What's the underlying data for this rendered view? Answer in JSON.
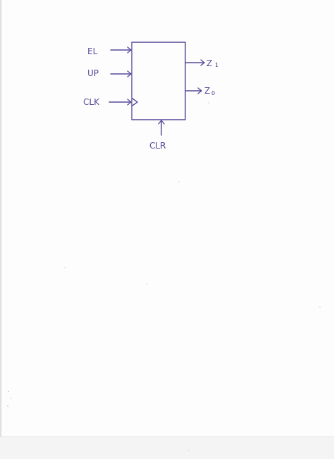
{
  "diagram": {
    "inputs": [
      {
        "id": "el",
        "label": "EL"
      },
      {
        "id": "up",
        "label": "UP"
      },
      {
        "id": "clk",
        "label": "CLK"
      }
    ],
    "bottom_input": {
      "id": "clr",
      "label": "CLR"
    },
    "outputs": [
      {
        "id": "z1",
        "letter": "Z",
        "subscript": "1"
      },
      {
        "id": "z0",
        "letter": "Z",
        "subscript": "0"
      }
    ],
    "ink_color": "#5a4a9a"
  }
}
